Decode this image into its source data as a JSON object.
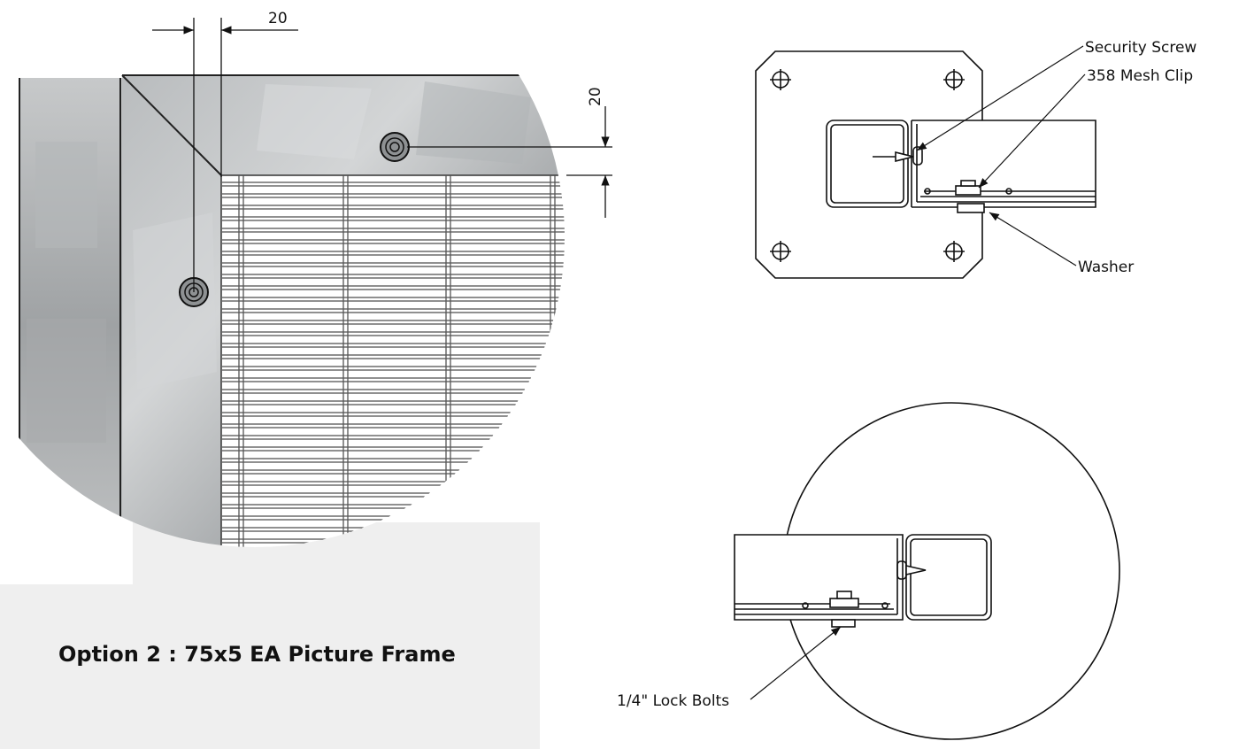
{
  "dimensions": {
    "horizontal_offset": "20",
    "vertical_offset": "20"
  },
  "callouts": {
    "security_screw": "Security Screw",
    "mesh_clip": "358 Mesh Clip",
    "washer": "Washer",
    "lock_bolts": "1/4\" Lock Bolts"
  },
  "caption": "Option 2 : 75x5 EA Picture Frame",
  "colors": {
    "grey_panel": "#efefef",
    "steel_dark": "#8e9193",
    "steel_light": "#c8cacb",
    "line": "#111111"
  }
}
